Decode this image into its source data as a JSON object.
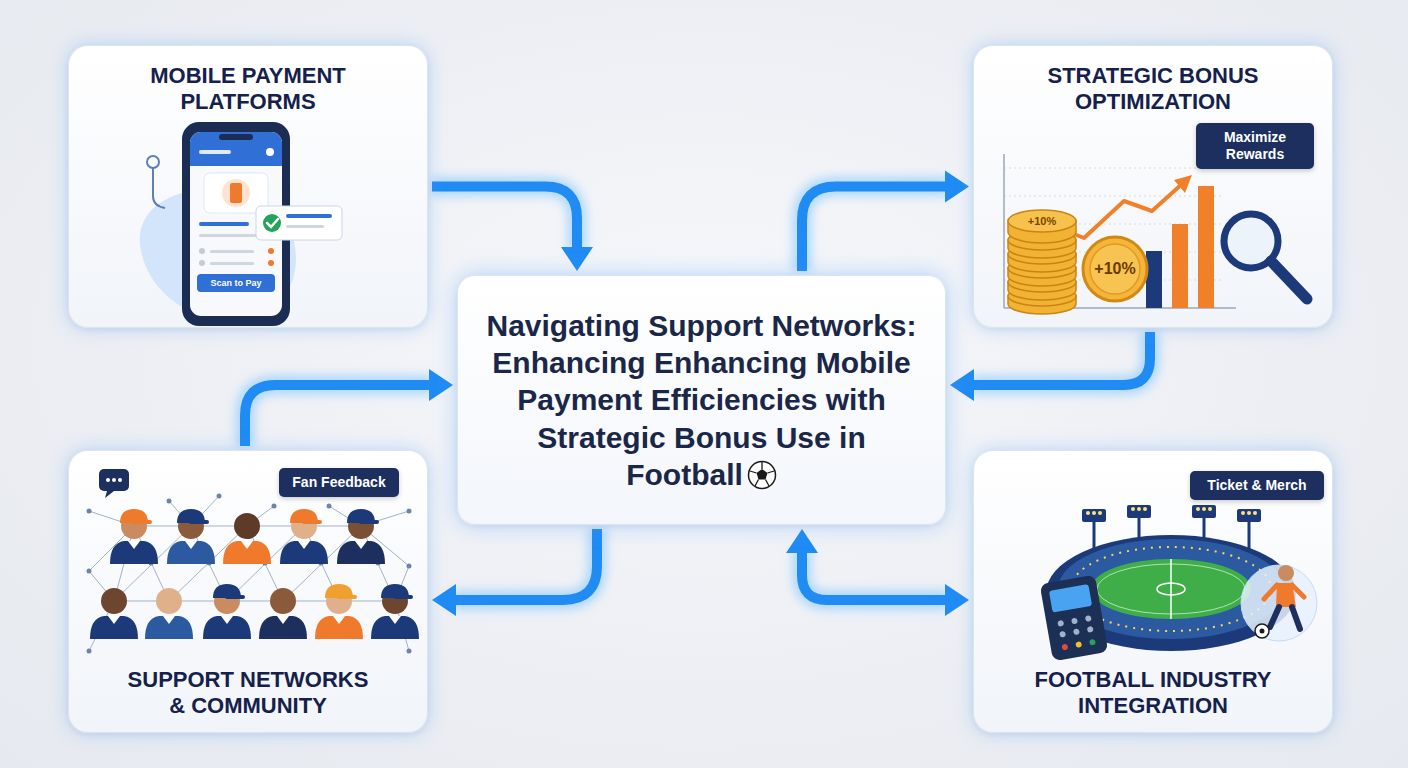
{
  "diagram": {
    "nodes": [
      {
        "text": [
          "MOBILE PAYMENT PLATFORMS"
        ]
      },
      {
        "text": [
          "STRATEGIC BONUS OPTIMIZATION"
        ]
      },
      {
        "text": [
          "Maximize Rewards"
        ],
        "in": 1
      },
      {
        "text": [
          "Navigating Support Networks: Enhancing Enhancing Mobile Payment Efficiencies with Strategic Bonus Use in Football"
        ]
      },
      {
        "text": [
          "SUPPORT NETWORKS & COMMUNITY"
        ]
      },
      {
        "text": [
          "Fan Feedback"
        ],
        "in": 4
      },
      {
        "text": [
          "FOOTBALL INDUSTRY INTEGRATION"
        ]
      },
      {
        "text": [
          "Ticket & Merch"
        ],
        "in": 6
      }
    ],
    "edges": [
      {
        "from": 0,
        "to": 3,
        "arrow": "to"
      },
      {
        "from": 3,
        "to": 1,
        "arrow": "to"
      },
      {
        "from": 1,
        "to": 3,
        "arrow": "to"
      },
      {
        "from": 4,
        "to": 3,
        "arrow": "to"
      },
      {
        "from": 3,
        "to": 4,
        "arrow": "to"
      },
      {
        "from": 3,
        "to": 6,
        "arrow": "both"
      }
    ],
    "labels": [
      "Scan to Pay",
      "+10%",
      "+10%"
    ]
  }
}
